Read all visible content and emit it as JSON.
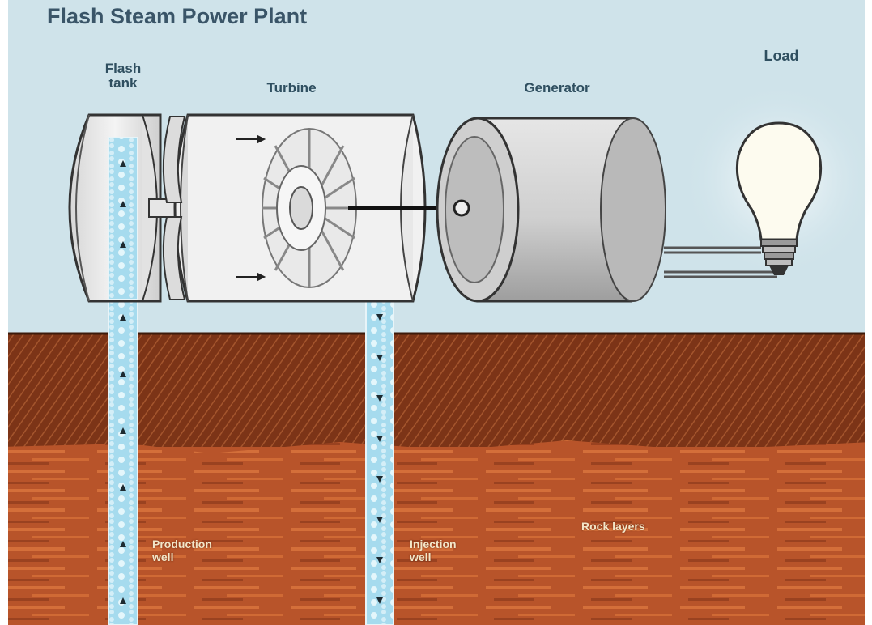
{
  "title": "Flash Steam Power Plant",
  "labels": {
    "flash_tank": "Flash\ntank",
    "turbine": "Turbine",
    "generator": "Generator",
    "load": "Load",
    "production_well": "Production\nwell",
    "injection_well": "Injection\nwell",
    "rock_layers": "Rock layers"
  },
  "colors": {
    "sky": "#cfe3ea",
    "soil": "#8a3d1c",
    "rock": "#b9562a",
    "water": "#9fd6ea"
  }
}
